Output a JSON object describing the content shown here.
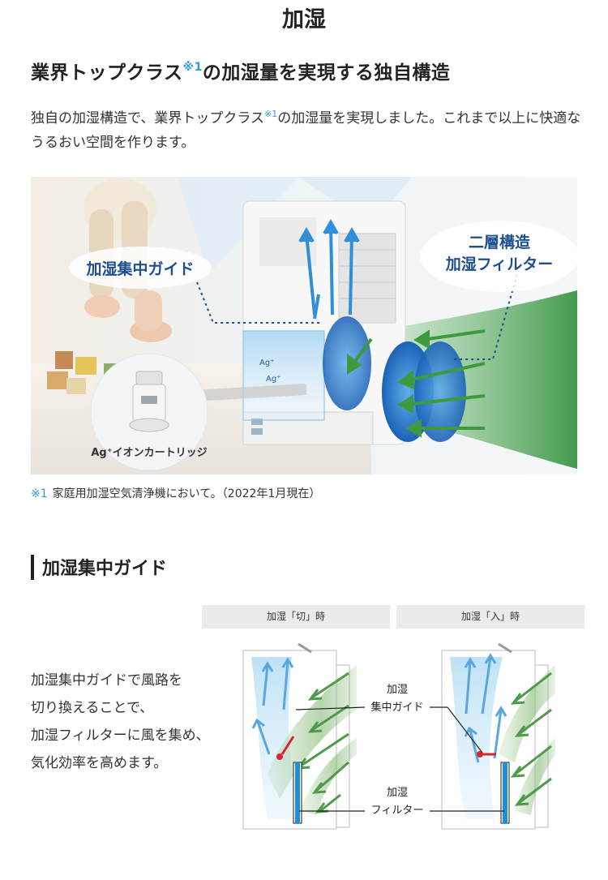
{
  "page_title": "加湿",
  "heading": {
    "text": "業界トップクラス",
    "note_mark": "※1",
    "text_after": "の加湿量を実現する独自構造"
  },
  "intro": {
    "part1": "独自の加湿構造で、業界トップクラス",
    "note_mark": "※1",
    "part2": "の加湿量を実現しました。これまで以上に快適なうるおい空間を作ります。"
  },
  "hero": {
    "label_guide": "加湿集中ガイド",
    "label_filter_line1": "二層構造",
    "label_filter_line2": "加湿フィルター",
    "label_cartridge": "Ag⁺イオンカートリッジ",
    "label_ag_small": "Ag⁺"
  },
  "footnote": {
    "mark": "※1",
    "text": "家庭用加湿空気清浄機において。（2022年1月現在）"
  },
  "section2": {
    "heading": "加湿集中ガイド",
    "state_off": "加湿「切」時",
    "state_on": "加湿「入」時",
    "desc_line1": "加湿集中ガイドで風路を",
    "desc_line2": "切り換えることで、",
    "desc_line3": "加湿フィルターに風を集め、",
    "desc_line4": "気化効率を高めます。",
    "label_guide_line1": "加湿",
    "label_guide_line2": "集中ガイド",
    "label_filter_line1": "加湿",
    "label_filter_line2": "フィルター"
  },
  "colors": {
    "accent_blue": "#2b9be0",
    "dark_blue": "#1e4f8f",
    "green_arrow": "#3f8f3f",
    "guide_red": "#d9252b"
  }
}
